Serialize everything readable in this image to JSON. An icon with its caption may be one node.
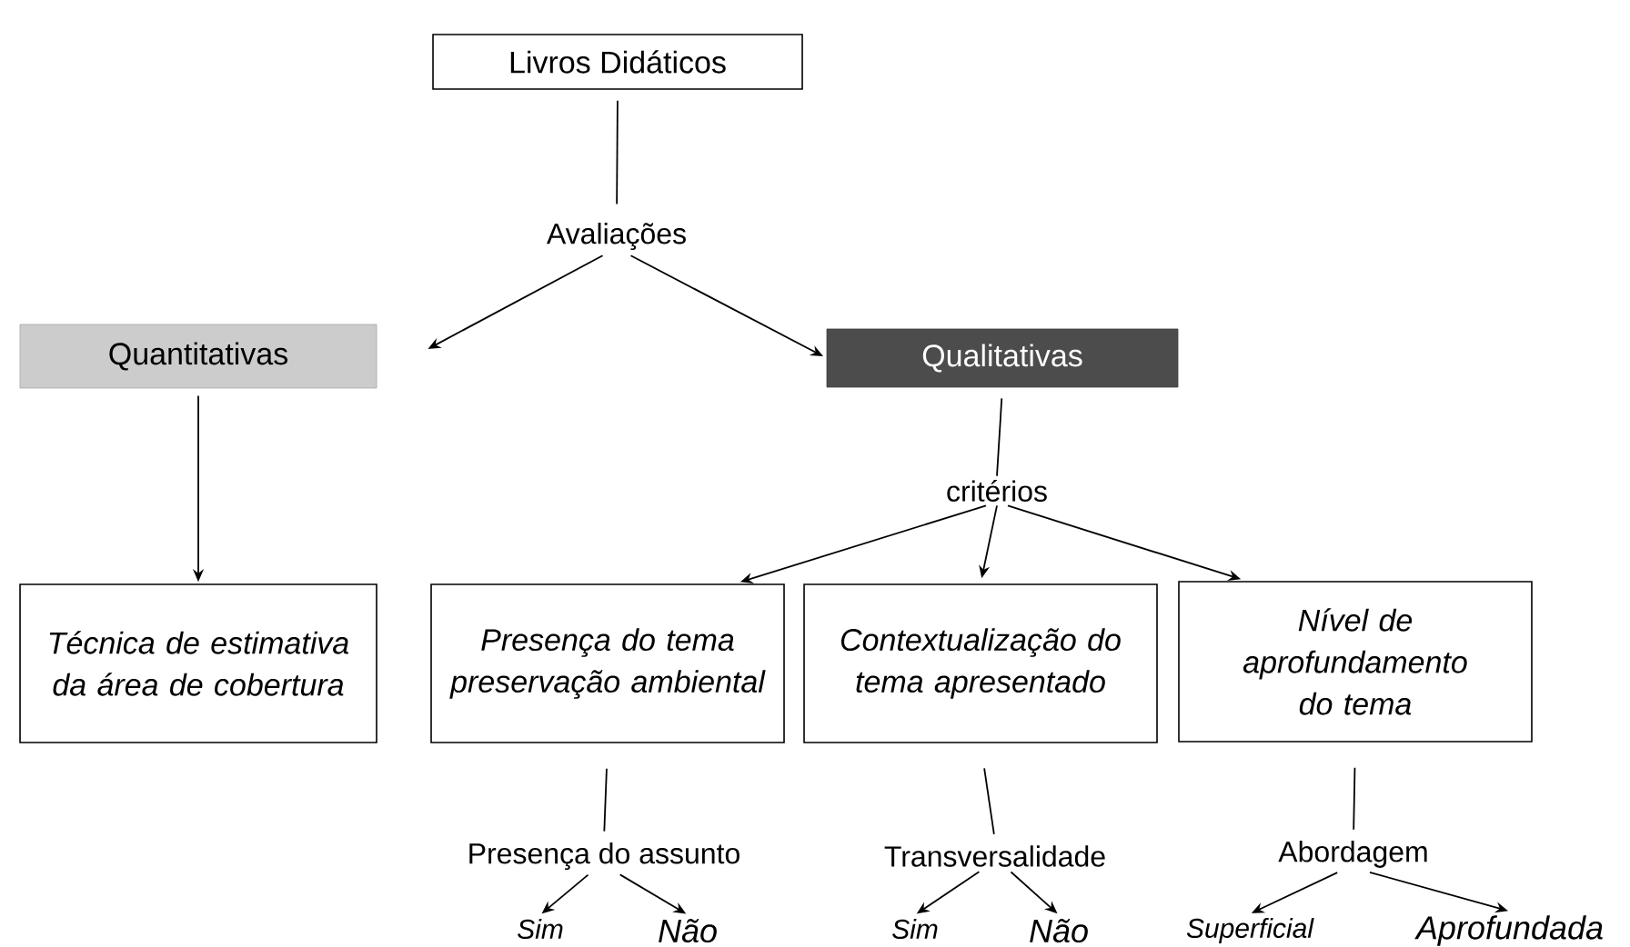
{
  "diagram": {
    "nodes": [
      {
        "text": [
          "Livros Didáticos"
        ]
      },
      {
        "text": [
          "Avaliações"
        ]
      },
      {
        "text": [
          "Quantitativas"
        ]
      },
      {
        "text": [
          "Qualitativas"
        ]
      },
      {
        "text": [
          "critérios"
        ]
      },
      {
        "text": [
          "Técnica de estimativa da área de cobertura"
        ]
      },
      {
        "text": [
          "Presença do tema preservação ambiental"
        ]
      },
      {
        "text": [
          "Contextualização do tema apresentado"
        ]
      },
      {
        "text": [
          "Nível de aprofundamento do tema"
        ]
      },
      {
        "text": [
          "Presença do assunto"
        ]
      },
      {
        "text": [
          "Sim"
        ]
      },
      {
        "text": [
          "Não"
        ]
      },
      {
        "text": [
          "Transversalidade"
        ]
      },
      {
        "text": [
          "Sim"
        ]
      },
      {
        "text": [
          "Não"
        ]
      },
      {
        "text": [
          "Abordagem"
        ]
      },
      {
        "text": [
          "Superficial"
        ]
      },
      {
        "text": [
          "Aprofundada"
        ]
      }
    ],
    "edges": [
      {
        "from": 0,
        "to": 1,
        "arrow": "none"
      },
      {
        "from": 1,
        "to": 2,
        "arrow": "to"
      },
      {
        "from": 1,
        "to": 3,
        "arrow": "to"
      },
      {
        "from": 2,
        "to": 5,
        "arrow": "to"
      },
      {
        "from": 3,
        "to": 4,
        "arrow": "none"
      },
      {
        "from": 4,
        "to": 6,
        "arrow": "to"
      },
      {
        "from": 4,
        "to": 7,
        "arrow": "to"
      },
      {
        "from": 4,
        "to": 8,
        "arrow": "to"
      },
      {
        "from": 6,
        "to": 9,
        "arrow": "none"
      },
      {
        "from": 9,
        "to": 10,
        "arrow": "to"
      },
      {
        "from": 9,
        "to": 11,
        "arrow": "to"
      },
      {
        "from": 7,
        "to": 12,
        "arrow": "none"
      },
      {
        "from": 12,
        "to": 13,
        "arrow": "to"
      },
      {
        "from": 12,
        "to": 14,
        "arrow": "to"
      },
      {
        "from": 8,
        "to": 15,
        "arrow": "none"
      },
      {
        "from": 15,
        "to": 16,
        "arrow": "to"
      },
      {
        "from": 15,
        "to": 17,
        "arrow": "to"
      }
    ]
  }
}
